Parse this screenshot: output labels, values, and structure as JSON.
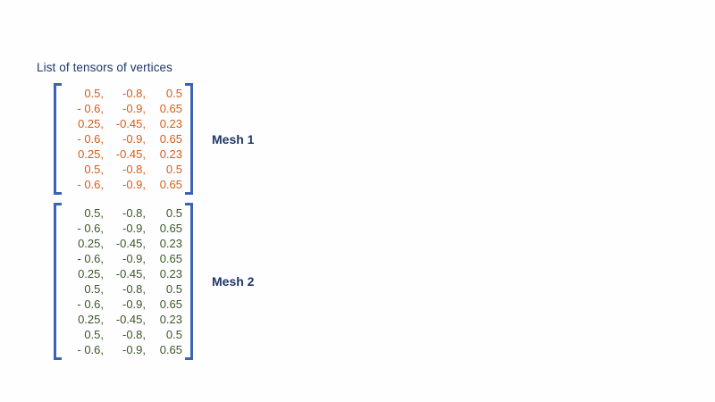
{
  "page": {
    "title": "List of tensors of vertices",
    "background_color": "#fefdff"
  },
  "colors": {
    "title_text": "#1f3864",
    "bracket": "#3b62b5",
    "mesh1_numbers": "#d2601a",
    "mesh2_numbers": "#3a5a23",
    "mesh_label": "#1f3864"
  },
  "meshes": [
    {
      "label": "Mesh 1",
      "number_color": "#d2601a",
      "row_count": 7,
      "rows": [
        [
          "0.5,",
          "-0.8,",
          "0.5"
        ],
        [
          "- 0.6,",
          "-0.9,",
          "0.65"
        ],
        [
          "0.25,",
          "-0.45,",
          "0.23"
        ],
        [
          "- 0.6,",
          "-0.9,",
          "0.65"
        ],
        [
          "0.25,",
          "-0.45,",
          "0.23"
        ],
        [
          "0.5,",
          "-0.8,",
          "0.5"
        ],
        [
          "- 0.6,",
          "-0.9,",
          "0.65"
        ]
      ]
    },
    {
      "label": "Mesh 2",
      "number_color": "#3a5a23",
      "row_count": 10,
      "rows": [
        [
          "0.5,",
          "-0.8,",
          "0.5"
        ],
        [
          "- 0.6,",
          "-0.9,",
          "0.65"
        ],
        [
          "0.25,",
          "-0.45,",
          "0.23"
        ],
        [
          "- 0.6,",
          "-0.9,",
          "0.65"
        ],
        [
          "0.25,",
          "-0.45,",
          "0.23"
        ],
        [
          "0.5,",
          "-0.8,",
          "0.5"
        ],
        [
          "- 0.6,",
          "-0.9,",
          "0.65"
        ],
        [
          "0.25,",
          "-0.45,",
          "0.23"
        ],
        [
          "0.5,",
          "-0.8,",
          "0.5"
        ],
        [
          "- 0.6,",
          "-0.9,",
          "0.65"
        ]
      ]
    }
  ]
}
